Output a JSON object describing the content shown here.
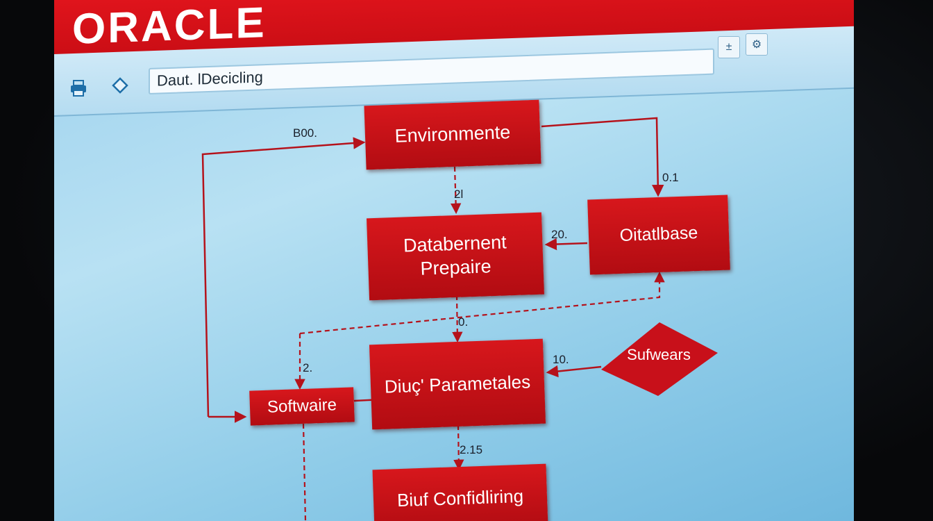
{
  "app": {
    "logo": "ORACLE"
  },
  "toolbar": {
    "path_value": "Daut. lDecicling",
    "left_icons": [
      "printer-icon",
      "location-icon"
    ],
    "right_icons": [
      "plus-minus-icon",
      "settings-icon"
    ]
  },
  "diagram": {
    "nodes": {
      "environment": "Environmente",
      "database_prepare_line1": "Databernent",
      "database_prepare_line2": "Prepaire",
      "database": "Oitatlbase",
      "parameters": "Diuç' Parametales",
      "software": "Softwaire",
      "software_decision": "Sufwears",
      "configuring": "Biuf Confidliring"
    },
    "edge_labels": {
      "to_environment": "B00.",
      "env_to_prepare": "2l",
      "env_to_database": "0.1",
      "database_to_prepare": "20.",
      "prepare_to_parameters": "0.",
      "to_software": "2.",
      "decision_to_parameters": "10.",
      "parameters_to_config": "2.15"
    },
    "colors": {
      "node_fill": "#c8101a",
      "edge": "#b5121b",
      "background": "#a9d8ef"
    }
  }
}
